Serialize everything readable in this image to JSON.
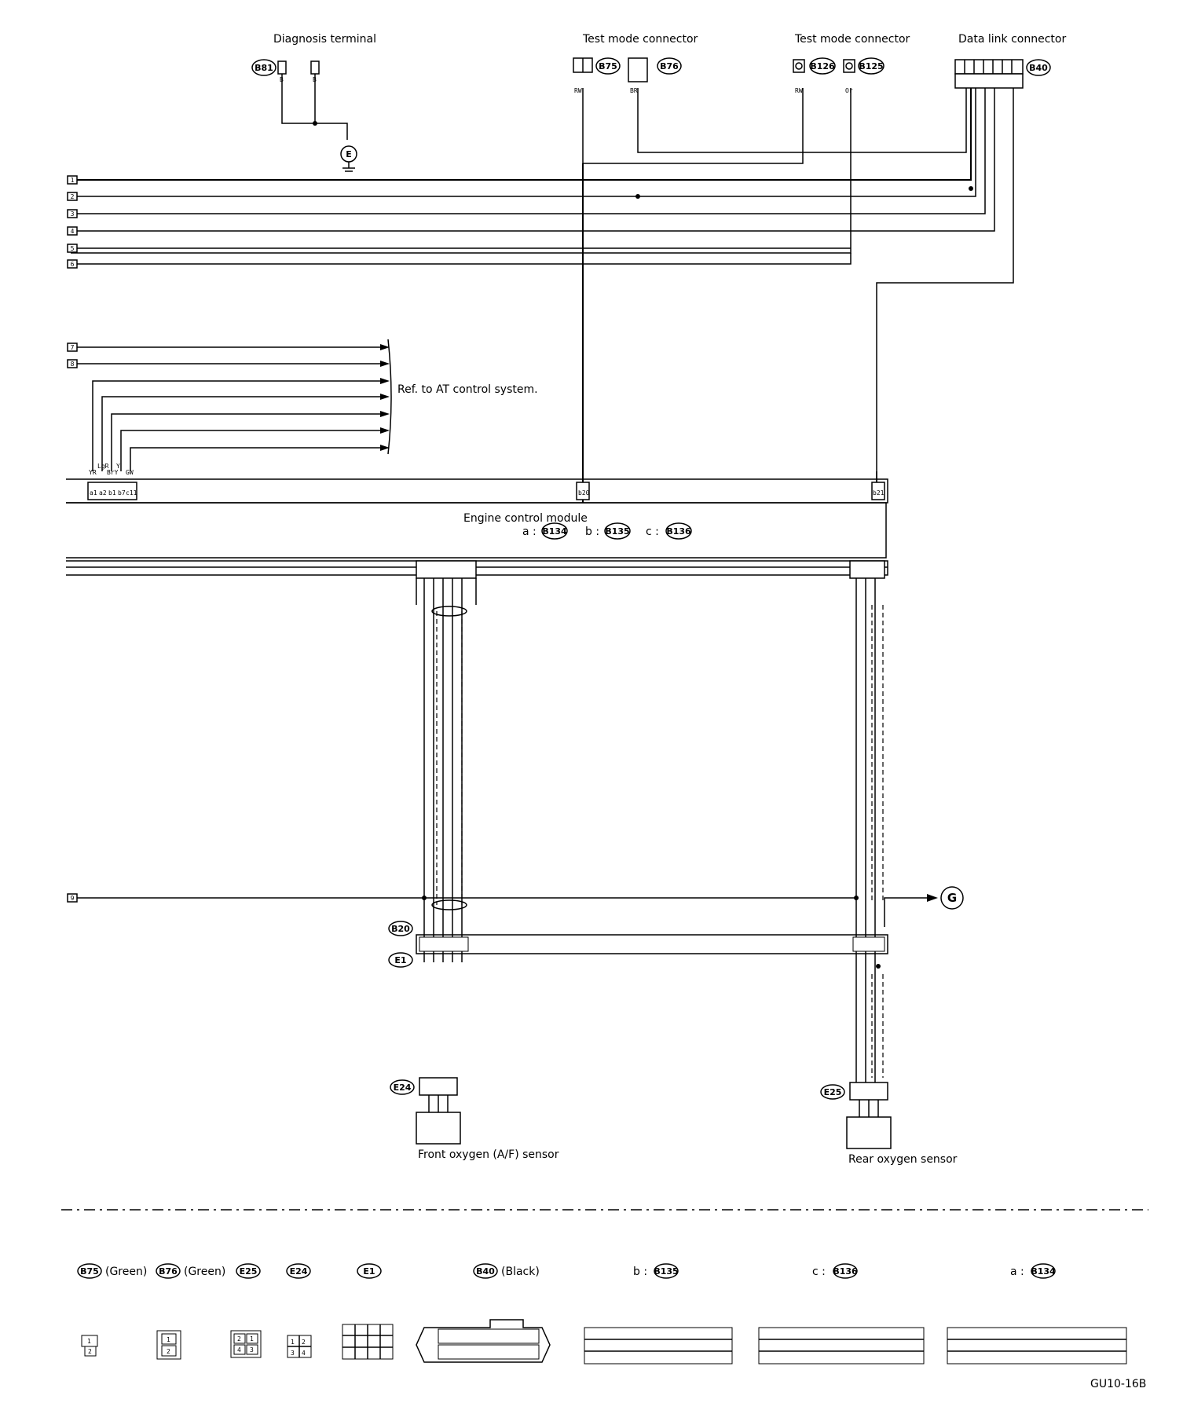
{
  "connectors_top": {
    "diagnosis_terminal": {
      "label": "Diagnosis terminal",
      "code": "B81",
      "wire": "B",
      "ground": "E"
    },
    "test_mode_1": {
      "label": "Test mode connector",
      "code_a": "B75",
      "code_b": "B76",
      "wire_a": "RW",
      "wire_b": "BR"
    },
    "test_mode_2": {
      "label": "Test mode connector",
      "code_a": "B126",
      "code_b": "B125",
      "wire_a": "RW",
      "wire_b": "Or"
    },
    "data_link": {
      "label": "Data link connector",
      "code": "B40"
    }
  },
  "left_refs": [
    "1",
    "2",
    "3",
    "4",
    "5",
    "6",
    "7",
    "8",
    "9"
  ],
  "at_ref": "Ref. to AT control system.",
  "ecm": {
    "title": "Engine control module",
    "a_label": "a :",
    "a_code": "B134",
    "b_label": "b :",
    "b_code": "B135",
    "c_label": "c :",
    "c_code": "B136",
    "top_pin_mid": "b20",
    "top_pin_right": "b21",
    "left_wires": [
      "YR",
      "LgR",
      "BrY",
      "Y",
      "GW"
    ],
    "left_pins": [
      "a1",
      "a2",
      "b1",
      "b7",
      "c11"
    ]
  },
  "harness": {
    "b20": "B20",
    "e1": "E1"
  },
  "ground_g": "G",
  "sensors": {
    "front": {
      "code": "E24",
      "label": "Front oxygen (A/F) sensor"
    },
    "rear": {
      "code": "E25",
      "label": "Rear oxygen sensor"
    }
  },
  "legend": {
    "b75": "B75",
    "b75_color": "(Green)",
    "b76": "B76",
    "b76_color": "(Green)",
    "e25": "E25",
    "e24": "E24",
    "e1": "E1",
    "b40": "B40",
    "b40_color": "(Black)",
    "b135_prefix": "b :",
    "b135": "B135",
    "b136_prefix": "c :",
    "b136": "B136",
    "b134_prefix": "a :",
    "b134": "B134"
  },
  "figure_code": "GU10-16B"
}
